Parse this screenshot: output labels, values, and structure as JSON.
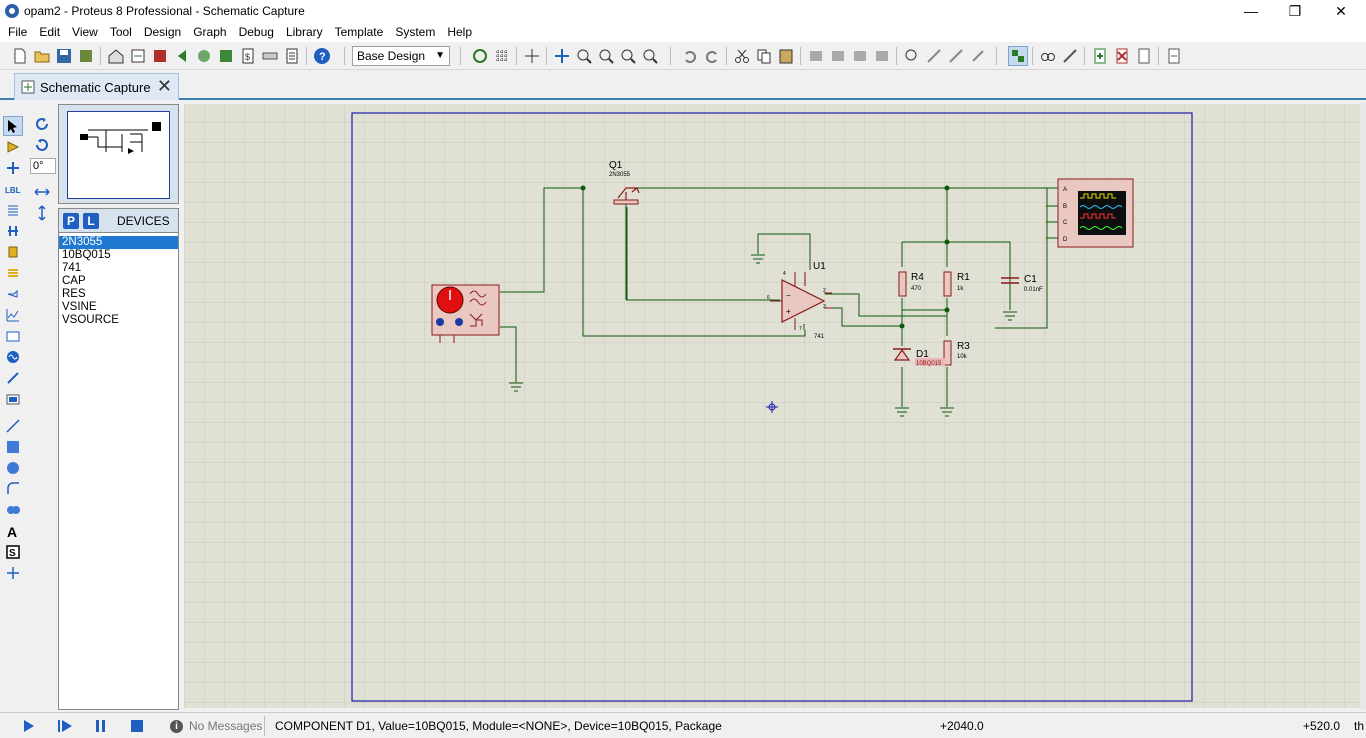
{
  "window": {
    "title": "opam2 - Proteus 8 Professional - Schematic Capture",
    "controls": {
      "minimize": "—",
      "maximize": "❐",
      "close": "✕"
    }
  },
  "menu": [
    "File",
    "Edit",
    "View",
    "Tool",
    "Design",
    "Graph",
    "Debug",
    "Library",
    "Template",
    "System",
    "Help"
  ],
  "toolbar": {
    "design_select": "Base Design"
  },
  "tabs": [
    {
      "label": "Schematic Capture",
      "active": true
    }
  ],
  "rotation": {
    "angle": "0°"
  },
  "devices_panel": {
    "p_label": "P",
    "l_label": "L",
    "header": "DEVICES",
    "items": [
      "2N3055",
      "10BQ015",
      "741",
      "CAP",
      "RES",
      "VSINE",
      "VSOURCE"
    ],
    "selected_index": 0
  },
  "schematic": {
    "components": {
      "q1": {
        "ref": "Q1",
        "value": "2N3055"
      },
      "u1": {
        "ref": "U1",
        "value": "741",
        "pins": [
          "2",
          "3",
          "4",
          "6",
          "7"
        ]
      },
      "r4": {
        "ref": "R4",
        "value": "470"
      },
      "r1": {
        "ref": "R1",
        "value": "1k"
      },
      "r3": {
        "ref": "R3",
        "value": "10k"
      },
      "c1": {
        "ref": "C1",
        "value": "0.01nF"
      },
      "d1": {
        "ref": "D1",
        "value": "10BQ015"
      },
      "scope": {
        "channels": [
          "A",
          "B",
          "C",
          "D"
        ]
      }
    }
  },
  "statusbar": {
    "messages": "No Messages",
    "status": "COMPONENT D1, Value=10BQ015, Module=<NONE>, Device=10BQ015, Package",
    "x_coord": "+2040.0",
    "y_coord": "+520.0",
    "unit": "th"
  },
  "colors": {
    "sheet_bg": "#e0e0d4",
    "grid": "#c8c8bc",
    "border": "#1c1ca8",
    "wire": "#0a5a0a",
    "component": "#8b1a1a",
    "component_fill": "#e8c8c0",
    "accent": "#1f78d1"
  }
}
